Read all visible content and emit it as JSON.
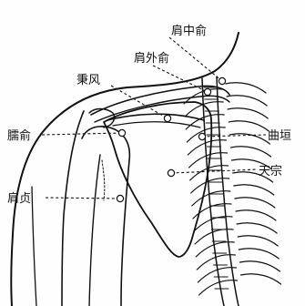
{
  "points": [
    {
      "id": "jianzhongshu",
      "label": "肩中俞"
    },
    {
      "id": "jianwaishu",
      "label": "肩外俞"
    },
    {
      "id": "bingfeng",
      "label": "秉风"
    },
    {
      "id": "naoshu",
      "label": "臑俞"
    },
    {
      "id": "quyuan",
      "label": "曲垣"
    },
    {
      "id": "tianzong",
      "label": "天宗"
    },
    {
      "id": "jianzhen",
      "label": "肩贞"
    }
  ]
}
